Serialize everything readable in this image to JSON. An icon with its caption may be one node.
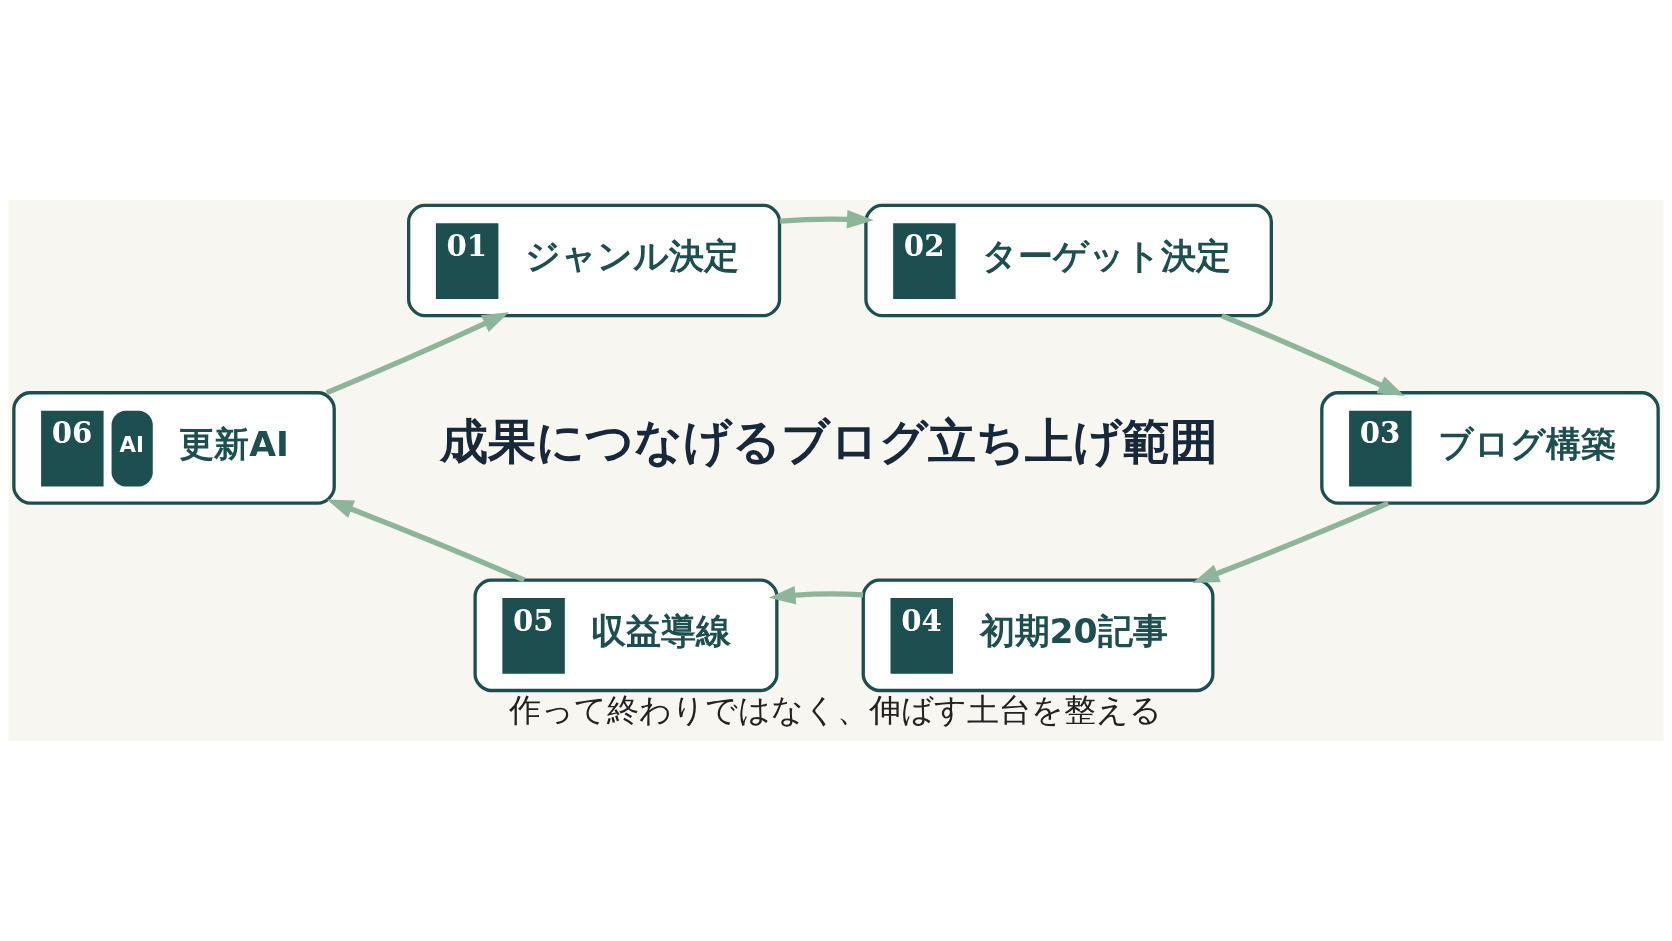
{
  "diagram": {
    "title": "成果につなげるブログ立ち上げ範囲",
    "caption": "作って終わりではなく、伸ばす土台を整える",
    "nodes": [
      {
        "text": [
          "01",
          "ジャンル決定"
        ]
      },
      {
        "text": [
          "02",
          "ターゲット決定"
        ]
      },
      {
        "text": [
          "03",
          "ブログ構築"
        ]
      },
      {
        "text": [
          "04",
          "初期20記事"
        ]
      },
      {
        "text": [
          "05",
          "収益導線"
        ]
      },
      {
        "text": [
          "06",
          "AI",
          "更新AI"
        ]
      }
    ],
    "edges": [
      {
        "from": 0,
        "to": 1,
        "arrow": "to"
      },
      {
        "from": 1,
        "to": 2,
        "arrow": "to"
      },
      {
        "from": 2,
        "to": 3,
        "arrow": "to"
      },
      {
        "from": 3,
        "to": 4,
        "arrow": "to"
      },
      {
        "from": 4,
        "to": 5,
        "arrow": "to"
      },
      {
        "from": 5,
        "to": 0,
        "arrow": "to"
      }
    ]
  }
}
